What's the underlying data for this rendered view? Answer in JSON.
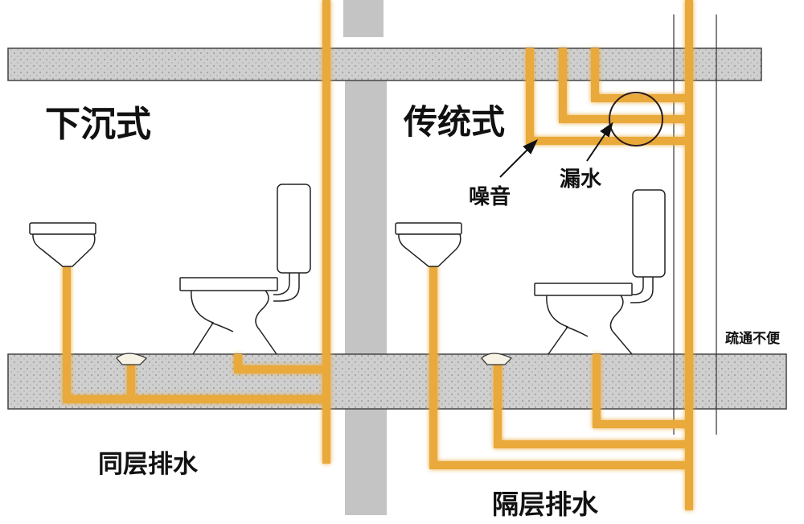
{
  "titles": {
    "left": "下沉式",
    "right": "传统式"
  },
  "annotations": {
    "noise": "噪音",
    "leak": "漏水",
    "hard_to_clear": "疏通不便"
  },
  "captions": {
    "left": "同层排水",
    "right": "隔层排水"
  },
  "colors": {
    "pipe": "#E9A93A",
    "slab": "#C8C8C8",
    "column": "#C4C4C4",
    "outline": "#222222",
    "text": "#111111"
  }
}
